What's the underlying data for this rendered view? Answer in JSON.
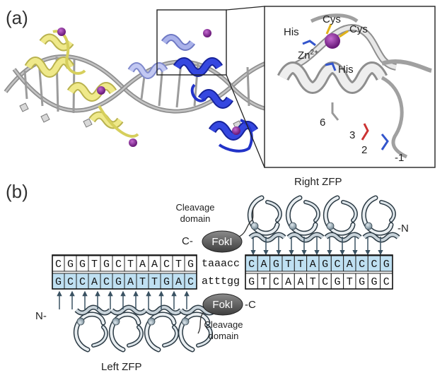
{
  "panel_a": {
    "label": "(a)",
    "inset": {
      "cys_top": "Cys",
      "cys_right": "Cys",
      "his_left": "His",
      "his_right": "His",
      "zinc": "Zn",
      "zinc_charge": "2+",
      "pos_6": "6",
      "pos_3": "3",
      "pos_2": "2",
      "pos_m1": "-1"
    }
  },
  "panel_b": {
    "label": "(b)",
    "right_zfp": "Right ZFP",
    "left_zfp": "Left ZFP",
    "cleavage_top_1": "Cleavage",
    "cleavage_top_2": "domain",
    "cleavage_bottom_1": "Cleavage",
    "cleavage_bottom_2": "domain",
    "foki_top": "FokI",
    "foki_bottom": "FokI",
    "term_c_top": "C-",
    "term_n_top": "-N",
    "term_n_bottom": "N-",
    "term_c_bottom": "-C",
    "top_left_bases": [
      "C",
      "G",
      "G",
      "T",
      "G",
      "C",
      "T",
      "A",
      "A",
      "C",
      "T",
      "G"
    ],
    "top_spacer": "taaacc",
    "top_right_bases": [
      "C",
      "A",
      "G",
      "T",
      "T",
      "A",
      "G",
      "C",
      "A",
      "C",
      "C",
      "G"
    ],
    "bottom_left_bases": [
      "G",
      "C",
      "C",
      "A",
      "C",
      "G",
      "A",
      "T",
      "T",
      "G",
      "A",
      "C"
    ],
    "bottom_spacer": "atttgg",
    "bottom_right_bases": [
      "G",
      "T",
      "C",
      "A",
      "A",
      "T",
      "C",
      "G",
      "T",
      "G",
      "G",
      "C"
    ]
  },
  "colors": {
    "yellow_protein": "#e8e27a",
    "blue_protein": "#2c3fd6",
    "light_blue_protein": "#9aa3e6",
    "zinc_ion": "#8a2a9a",
    "dna_gray": "#9a9a9a",
    "dna_box_fill": "#bfe0f2",
    "foki_fill": "#555555"
  }
}
